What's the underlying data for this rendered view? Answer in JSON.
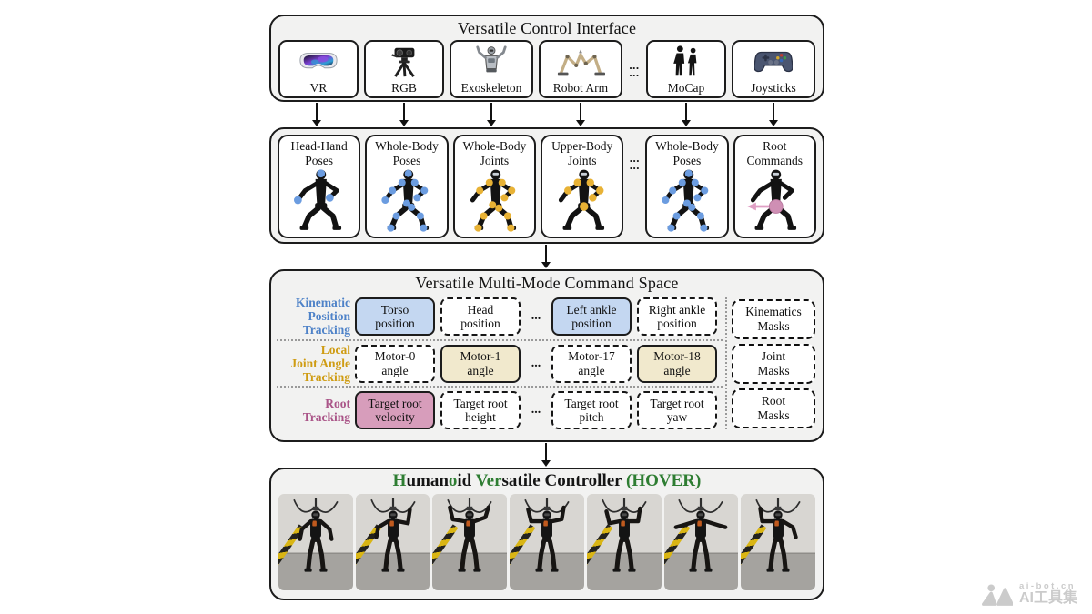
{
  "shared": {
    "ellipsis": "..."
  },
  "control_interface": {
    "title": "Versatile Control Interface",
    "items": [
      {
        "label": "VR",
        "icon": "vr-headset-icon"
      },
      {
        "label": "RGB",
        "icon": "rgb-camera-icon"
      },
      {
        "label": "Exoskeleton",
        "icon": "exoskeleton-icon"
      },
      {
        "label": "Robot Arm",
        "icon": "robot-arm-icon"
      },
      {
        "label": "MoCap",
        "icon": "mocap-performers-icon"
      },
      {
        "label": "Joysticks",
        "icon": "gamepad-icon"
      }
    ]
  },
  "command_modes": {
    "items": [
      {
        "line1": "Head-Hand",
        "line2": "Poses",
        "figure": "humanoid-head-hand-keypoints",
        "dot_color": "#6b9ce0"
      },
      {
        "line1": "Whole-Body",
        "line2": "Poses",
        "figure": "humanoid-whole-body-keypoints",
        "dot_color": "#6b9ce0"
      },
      {
        "line1": "Whole-Body",
        "line2": "Joints",
        "figure": "humanoid-whole-body-joints",
        "dot_color": "#e8b235"
      },
      {
        "line1": "Upper-Body",
        "line2": "Joints",
        "figure": "humanoid-upper-body-joints",
        "dot_color": "#e8b235"
      },
      {
        "line1": "Whole-Body",
        "line2": "Poses",
        "figure": "humanoid-whole-body-keypoints",
        "dot_color": "#6b9ce0"
      },
      {
        "line1": "Root",
        "line2": "Commands",
        "figure": "humanoid-root-command-arrow",
        "dot_color": "#cf8fb4"
      }
    ]
  },
  "command_space": {
    "title": "Versatile Multi-Mode Command Space",
    "rows": [
      {
        "label_lines": [
          "Kinematic",
          "Position",
          "Tracking"
        ],
        "label_color": "#4e82c8",
        "chips": [
          {
            "line1": "Torso",
            "line2": "position",
            "style": "filled-blue"
          },
          {
            "line1": "Head",
            "line2": "position",
            "style": "dashed"
          },
          {
            "line1": "Left ankle",
            "line2": "position",
            "style": "filled-blue"
          },
          {
            "line1": "Right ankle",
            "line2": "position",
            "style": "dashed"
          }
        ],
        "mask": {
          "line1": "Kinematics",
          "line2": "Masks"
        }
      },
      {
        "label_lines": [
          "Local",
          "Joint Angle",
          "Tracking"
        ],
        "label_color": "#cf9c13",
        "chips": [
          {
            "line1": "Motor-0",
            "line2": "angle",
            "style": "dashed"
          },
          {
            "line1": "Motor-1",
            "line2": "angle",
            "style": "filled-tan"
          },
          {
            "line1": "Motor-17",
            "line2": "angle",
            "style": "dashed"
          },
          {
            "line1": "Motor-18",
            "line2": "angle",
            "style": "filled-tan"
          }
        ],
        "mask": {
          "line1": "Joint",
          "line2": "Masks"
        }
      },
      {
        "label_lines": [
          "Root",
          "Tracking"
        ],
        "label_color": "#aa5588",
        "chips": [
          {
            "line1": "Target root",
            "line2": "velocity",
            "style": "filled-pink"
          },
          {
            "line1": "Target root",
            "line2": "height",
            "style": "dashed"
          },
          {
            "line1": "Target root",
            "line2": "pitch",
            "style": "dashed"
          },
          {
            "line1": "Target root",
            "line2": "yaw",
            "style": "dashed"
          }
        ],
        "mask": {
          "line1": "Root",
          "line2": "Masks"
        }
      }
    ]
  },
  "hover": {
    "title_segments": [
      {
        "text": "H",
        "emphasis": true
      },
      {
        "text": "uman",
        "emphasis": false
      },
      {
        "text": "o",
        "emphasis": true
      },
      {
        "text": "id ",
        "emphasis": false
      },
      {
        "text": "Ver",
        "emphasis": true
      },
      {
        "text": "satile Controller ",
        "emphasis": false
      },
      {
        "text": "(HOVER)",
        "emphasis": true
      }
    ],
    "photo_count": 7,
    "emphasis_color": "#2e7d32"
  },
  "watermark": {
    "line1": "ai-bot.cn",
    "line2": "AI工具集"
  },
  "colors": {
    "panel_fill": "#f2f2f1",
    "border": "#1c1c1c",
    "chip_blue": "#c4d7f1",
    "chip_tan": "#f1e9cd",
    "chip_pink": "#d79dbb",
    "kinematic_label": "#4e82c8",
    "joint_label": "#cf9c13",
    "root_label": "#aa5588",
    "keypoint_blue": "#6b9ce0",
    "joint_yellow": "#e8b235",
    "root_pink": "#cf8fb4",
    "hover_green": "#2e7d32"
  }
}
